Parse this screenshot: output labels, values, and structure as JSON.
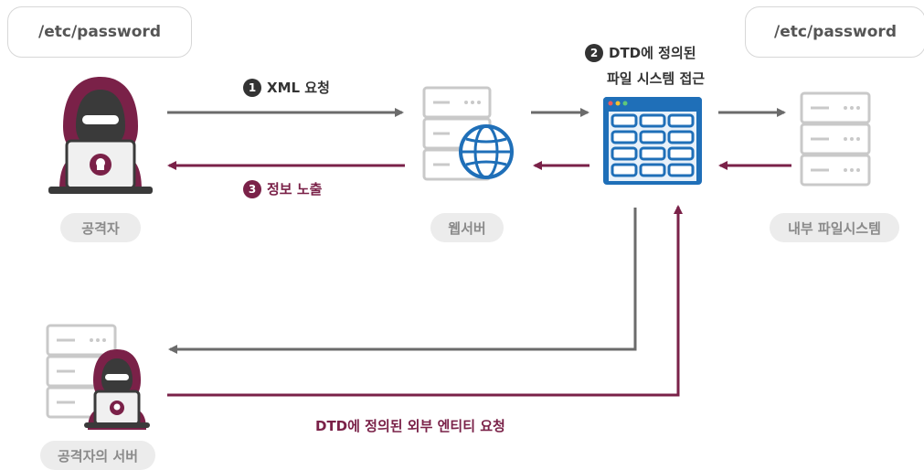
{
  "labels": {
    "path_left": "/etc/password",
    "path_right": "/etc/password",
    "step1_num": "1",
    "step1_text": "XML 요청",
    "step2_num": "2",
    "step2_line1": "DTD에 정의된",
    "step2_line2": "파일 시스템 접근",
    "step3_num": "3",
    "step3_text": "정보 노출",
    "bottom_text": "DTD에 정의된 외부 엔티티 요청"
  },
  "nodes": {
    "attacker": "공격자",
    "webserver": "웹서버",
    "filesystem": "내부 파일시스템",
    "attacker_server": "공격자의 서버"
  },
  "colors": {
    "arrow_gray": "#6b6b6b",
    "arrow_red": "#7a2148",
    "hood": "#7a2148",
    "server_gray": "#c9c9c9",
    "globe_blue": "#1f6fb8",
    "window_blue": "#1f6fb8"
  }
}
